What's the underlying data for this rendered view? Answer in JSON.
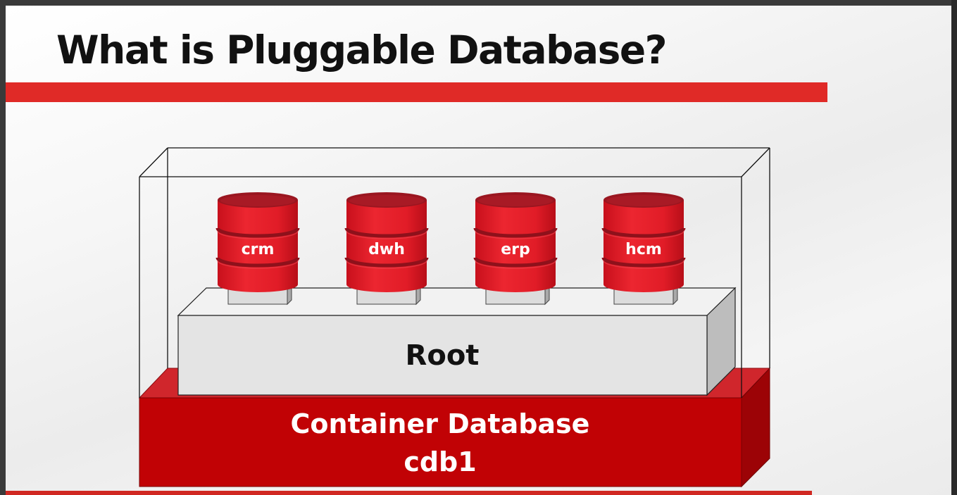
{
  "slide": {
    "title": "What is Pluggable Database?"
  },
  "diagram": {
    "pluggable_databases": [
      {
        "label": "crm"
      },
      {
        "label": "dwh"
      },
      {
        "label": "erp"
      },
      {
        "label": "hcm"
      }
    ],
    "root": {
      "label": "Root"
    },
    "container": {
      "line1": "Container Database",
      "line2": "cdb1"
    }
  },
  "colors": {
    "accent_red": "#e02a27",
    "cylinder_red": "#e3202c",
    "cylinder_dark": "#9a1620",
    "container_red": "#c10205",
    "root_gray": "#e4e4e4"
  }
}
